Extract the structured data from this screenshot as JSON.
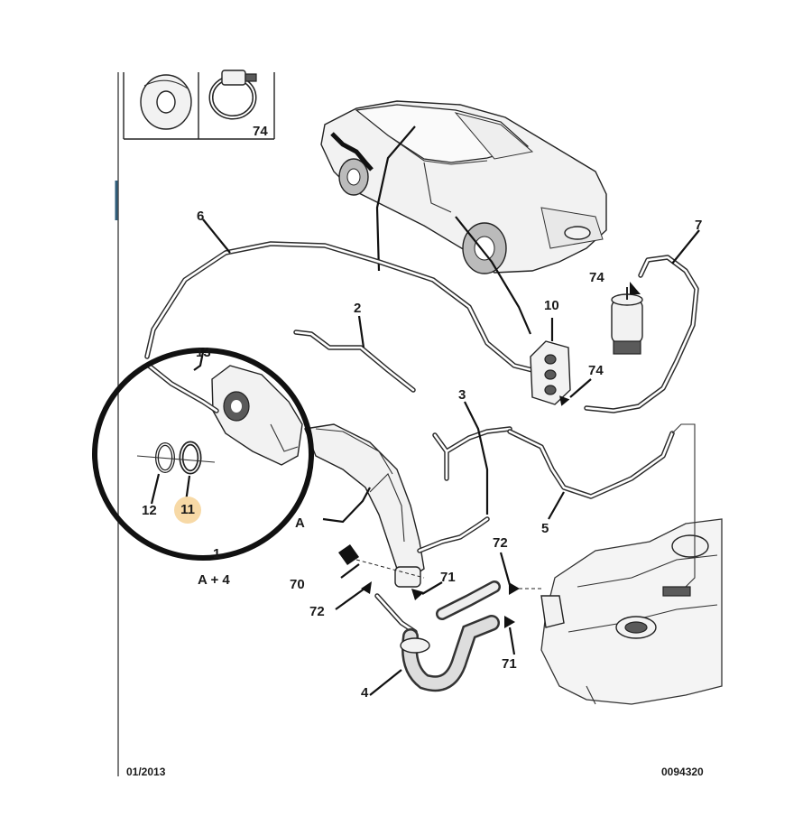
{
  "callouts": [
    {
      "id": "1",
      "label": "1"
    },
    {
      "id": "a4",
      "label": "A + 4"
    },
    {
      "id": "2",
      "label": "2"
    },
    {
      "id": "3",
      "label": "3"
    },
    {
      "id": "4",
      "label": "4"
    },
    {
      "id": "5",
      "label": "5"
    },
    {
      "id": "6",
      "label": "6"
    },
    {
      "id": "7",
      "label": "7"
    },
    {
      "id": "10",
      "label": "10"
    },
    {
      "id": "11",
      "label": "11",
      "highlighted": true
    },
    {
      "id": "12",
      "label": "12"
    },
    {
      "id": "13",
      "label": "13"
    },
    {
      "id": "70",
      "label": "70"
    },
    {
      "id": "71a",
      "label": "71"
    },
    {
      "id": "71b",
      "label": "71"
    },
    {
      "id": "72a",
      "label": "72"
    },
    {
      "id": "72b",
      "label": "72"
    },
    {
      "id": "74a",
      "label": "74"
    },
    {
      "id": "74b",
      "label": "74"
    },
    {
      "id": "74c",
      "label": "74"
    },
    {
      "id": "A",
      "label": "A"
    }
  ],
  "footer": {
    "left": "01/2013",
    "right": "0094320"
  },
  "colors": {
    "highlight": "#f7d9a6",
    "ink": "#222222",
    "circle": "#111111"
  }
}
